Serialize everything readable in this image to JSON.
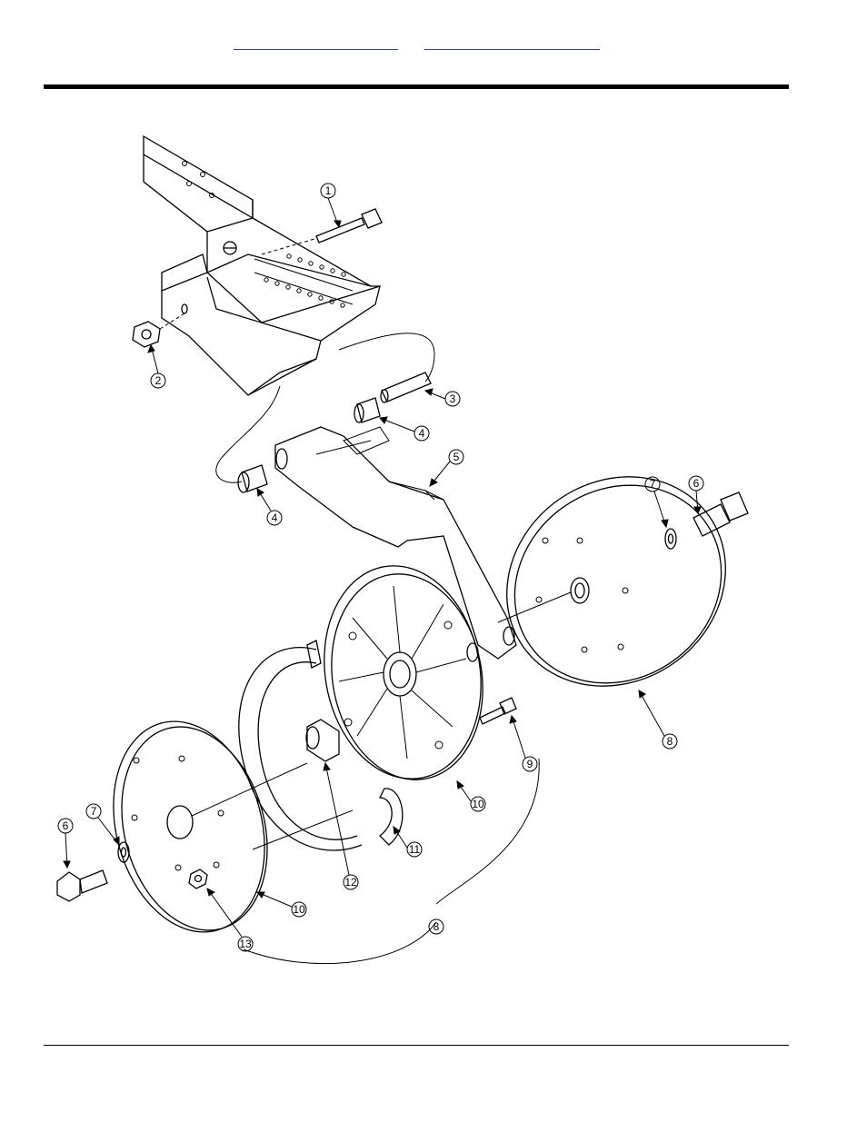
{
  "header": {
    "links": [
      {
        "text": ""
      },
      {
        "text": ""
      }
    ]
  },
  "callouts": {
    "c1": "1",
    "c2": "2",
    "c3": "3",
    "c4a": "4",
    "c4b": "4",
    "c5": "5",
    "c6a": "6",
    "c6b": "6",
    "c7a": "7",
    "c7b": "7",
    "c8a": "8",
    "c8b": "8",
    "c9": "9",
    "c10a": "10",
    "c10b": "10",
    "c11": "11",
    "c12": "12",
    "c13": "13"
  }
}
